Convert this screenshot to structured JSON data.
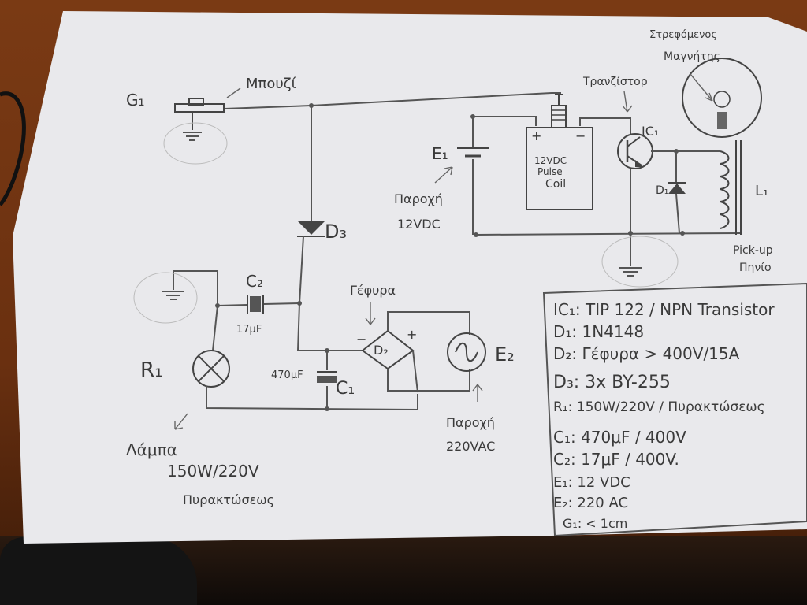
{
  "title": "",
  "labels": {
    "g1": "G₁",
    "spark_plug": "Μπουζί",
    "transistor": "Τρανζίστορ",
    "rotating_magnet_1": "Στρεφόμενος",
    "rotating_magnet_2": "Μαγνήτης",
    "ic1": "IC₁",
    "e1": "E₁",
    "supply_12_line1": "Παροχή",
    "supply_12_line2": "12VDC",
    "coil_line1": "12VDC",
    "coil_line2": "Pulse",
    "coil_line3": "Coil",
    "d1": "D₁",
    "l1": "L₁",
    "pickup_line1": "Pick-up",
    "pickup_line2": "Πηνίο",
    "d3": "D₃",
    "c2": "C₂",
    "c2_value": "17μF",
    "bridge": "Γέφυρα",
    "d2": "D₂",
    "minus": "−",
    "plus": "+",
    "e2": "E₂",
    "r1": "R₁",
    "c1": "C₁",
    "c1_value": "470μF",
    "supply_ac_line1": "Παροχή",
    "supply_ac_line2": "220VAC",
    "lamp_line1": "Λάμπα",
    "lamp_line2": "150W/220V",
    "lamp_line3": "Πυρακτώσεως",
    "coil_plus": "+",
    "coil_minus": "−"
  },
  "legend": [
    "IC₁: TIP 122 / NPN Transistor",
    "D₁: 1N4148",
    "D₂: Γέφυρα > 400V/15A",
    "D₃: 3x BY-255",
    "R₁: 150W/220V / Πυρακτώσεως",
    "C₁: 470μF / 400V",
    "C₂: 17μF / 400V.",
    "E₁: 12 VDC",
    "E₂: 220 AC",
    "G₁: < 1cm"
  ]
}
